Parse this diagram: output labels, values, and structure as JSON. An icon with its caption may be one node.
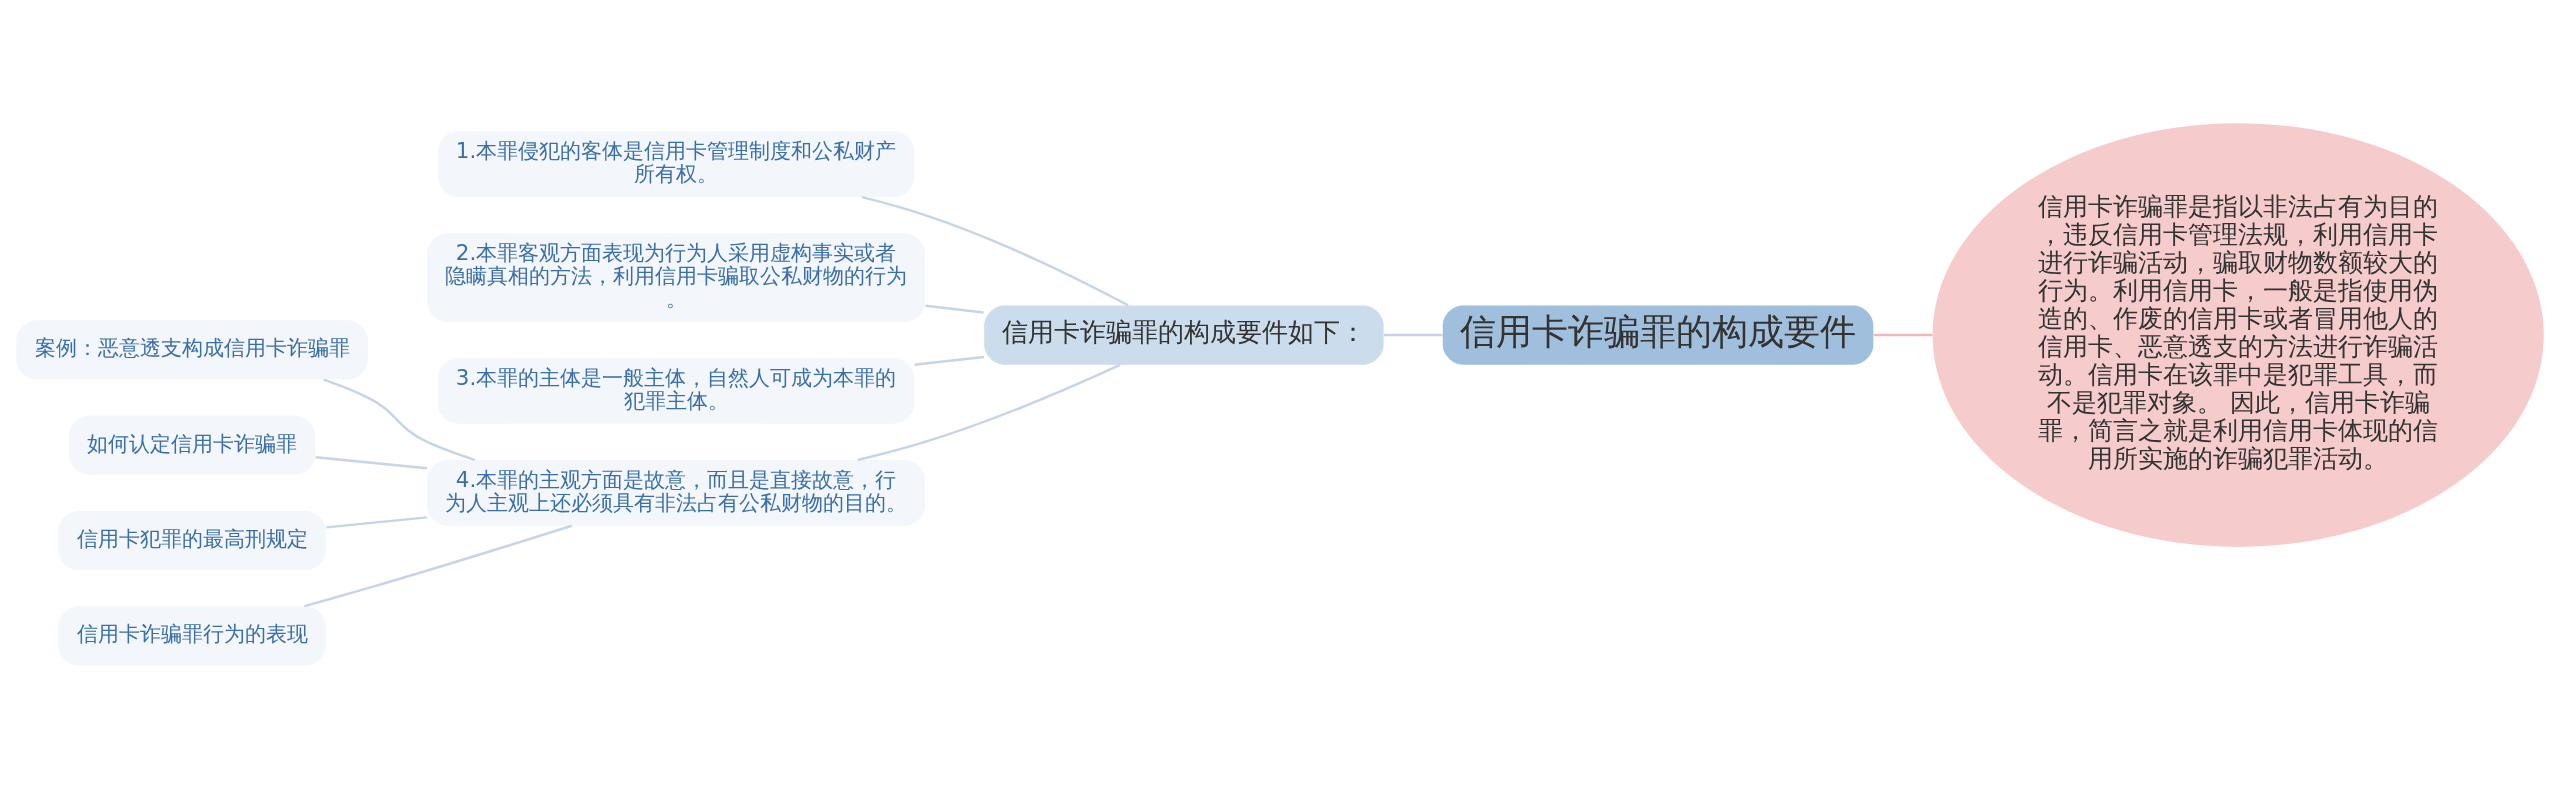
{
  "diagram": {
    "nodes": [
      {
        "text": [
          "信用卡诈骗罪的构成要件"
        ]
      },
      {
        "text": [
          "信用卡诈骗罪是指以非法占有为目的，违反信用卡管理法规，利用信用卡进行诈骗活动，骗取财物数额较大的行为。利用信用卡，一般是指使用伪造的、作废的信用卡或者冒用他人的信用卡、恶意透支的方法进行诈骗活动。信用卡在该罪中是犯罪工具，而不是犯罪对象。 因此，信用卡诈骗罪，简言之就是利用信用卡体现的信用所实施的诈骗犯罪活动。"
        ]
      },
      {
        "text": [
          "信用卡诈骗罪的构成要件如下："
        ]
      },
      {
        "text": [
          "1.本罪侵犯的客体是信用卡管理制度和公私财产所有权。"
        ]
      },
      {
        "text": [
          "2.本罪客观方面表现为行为人采用虚构事实或者隐瞒真相的方法，利用信用卡骗取公私财物的行为。"
        ]
      },
      {
        "text": [
          "3.本罪的主体是一般主体，自然人可成为本罪的犯罪主体。"
        ]
      },
      {
        "text": [
          "4.本罪的主观方面是故意，而且是直接故意，行为人主观上还必须具有非法占有公私财物的目的。"
        ]
      },
      {
        "text": [
          "案例：恶意透支构成信用卡诈骗罪"
        ]
      },
      {
        "text": [
          "如何认定信用卡诈骗罪"
        ]
      },
      {
        "text": [
          "信用卡犯罪的最高刑规定"
        ]
      },
      {
        "text": [
          "信用卡诈骗罪行为的表现"
        ]
      }
    ],
    "edges": [
      {
        "from": 2,
        "to": 0,
        "arrow": "none"
      },
      {
        "from": 0,
        "to": 1,
        "arrow": "none",
        "color": "#f0b8b8"
      },
      {
        "from": 3,
        "to": 2,
        "arrow": "none"
      },
      {
        "from": 4,
        "to": 2,
        "arrow": "none"
      },
      {
        "from": 5,
        "to": 2,
        "arrow": "none"
      },
      {
        "from": 6,
        "to": 2,
        "arrow": "none"
      },
      {
        "from": 7,
        "to": 6,
        "arrow": "none"
      },
      {
        "from": 8,
        "to": 6,
        "arrow": "none"
      },
      {
        "from": 9,
        "to": 6,
        "arrow": "none"
      },
      {
        "from": 10,
        "to": 6,
        "arrow": "none"
      }
    ]
  }
}
